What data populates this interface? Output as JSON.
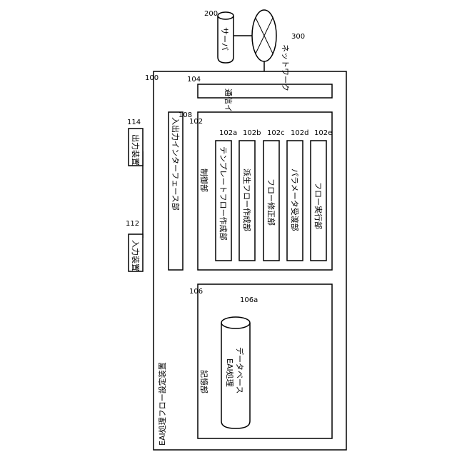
{
  "figure": {
    "device": {
      "label": "EAI処理フロー設定装置",
      "ref": "100"
    },
    "comm_if": {
      "label": "通信インターフェース部",
      "ref": "104"
    },
    "io_if": {
      "label": "入出力インターフェース部",
      "ref": "108"
    },
    "controller": {
      "label": "制御部",
      "ref": "102"
    },
    "modules": [
      {
        "label": "テンプレートフロー作成部",
        "ref": "102a"
      },
      {
        "label": "派生フロー作成部",
        "ref": "102b"
      },
      {
        "label": "フロー修正部",
        "ref": "102c"
      },
      {
        "label": "パラメータ受渡部",
        "ref": "102d"
      },
      {
        "label": "フロー実行部",
        "ref": "102e"
      }
    ],
    "storage": {
      "label": "記憶部",
      "ref": "106"
    },
    "database": {
      "line1": "EAI処理",
      "line2": "データベース",
      "ref": "106a"
    },
    "output_device": {
      "label": "出力装置",
      "ref": "114"
    },
    "input_device": {
      "label": "入力装置",
      "ref": "112"
    },
    "server": {
      "label": "サーバ",
      "ref": "200"
    },
    "network": {
      "label": "ネットワーク",
      "ref": "300"
    }
  }
}
